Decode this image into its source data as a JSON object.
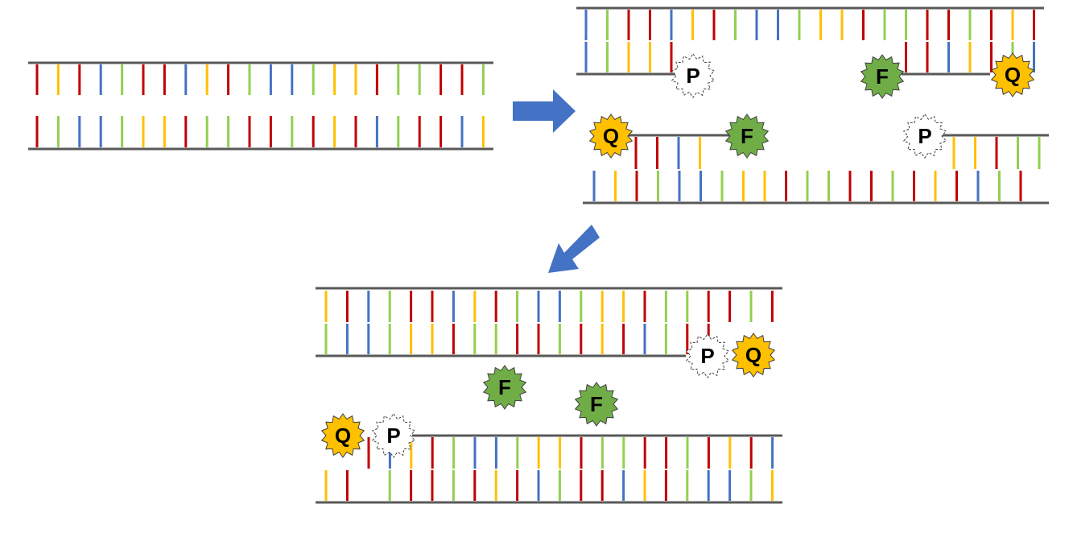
{
  "colors": {
    "strand": "#595959",
    "arrow": "#4472C4",
    "red": "#C00000",
    "yellow": "#FFC000",
    "blue": "#4472C4",
    "green": "#92D050",
    "reporter": "#70AD47",
    "quencher": "#FFC000",
    "probe": "#FFFFFF"
  },
  "markers": {
    "reporter_label": "F",
    "quencher_label": "Q",
    "probe_label": "P"
  }
}
